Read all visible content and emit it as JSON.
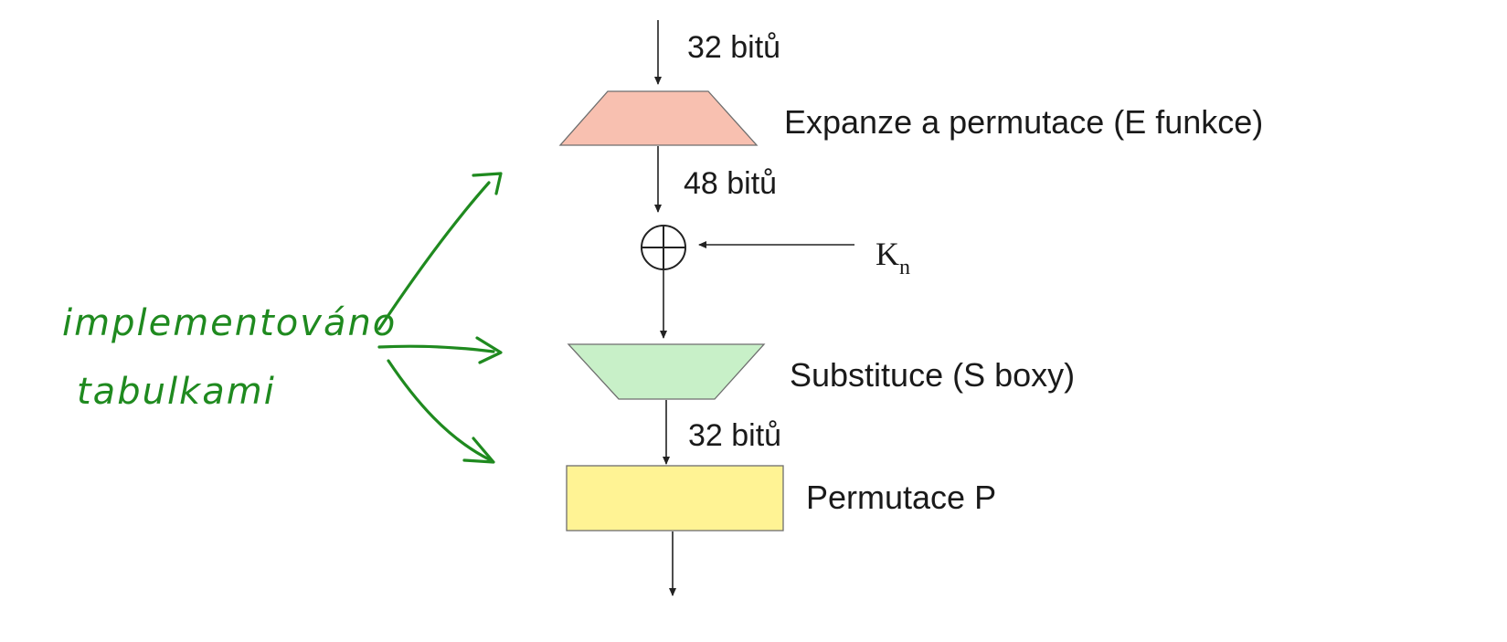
{
  "diagram": {
    "labels": {
      "bits_in": "32 bitů",
      "expansion": "Expanze a permutace (E funkce)",
      "bits_expanded": "48 bitů",
      "key": "K",
      "key_subscript": "n",
      "substitution": "Substituce (S boxy)",
      "bits_after_sbox": "32 bitů",
      "permutation": "Permutace P"
    },
    "annotation": {
      "text_line1": "implementováno",
      "text_line2": "tabulkami"
    },
    "colors": {
      "expansion_fill": "#f8c0b0",
      "substitution_fill": "#c8f0c8",
      "permutation_fill": "#fff394",
      "annotation_ink": "#1f8a1f",
      "line": "#222222"
    }
  }
}
